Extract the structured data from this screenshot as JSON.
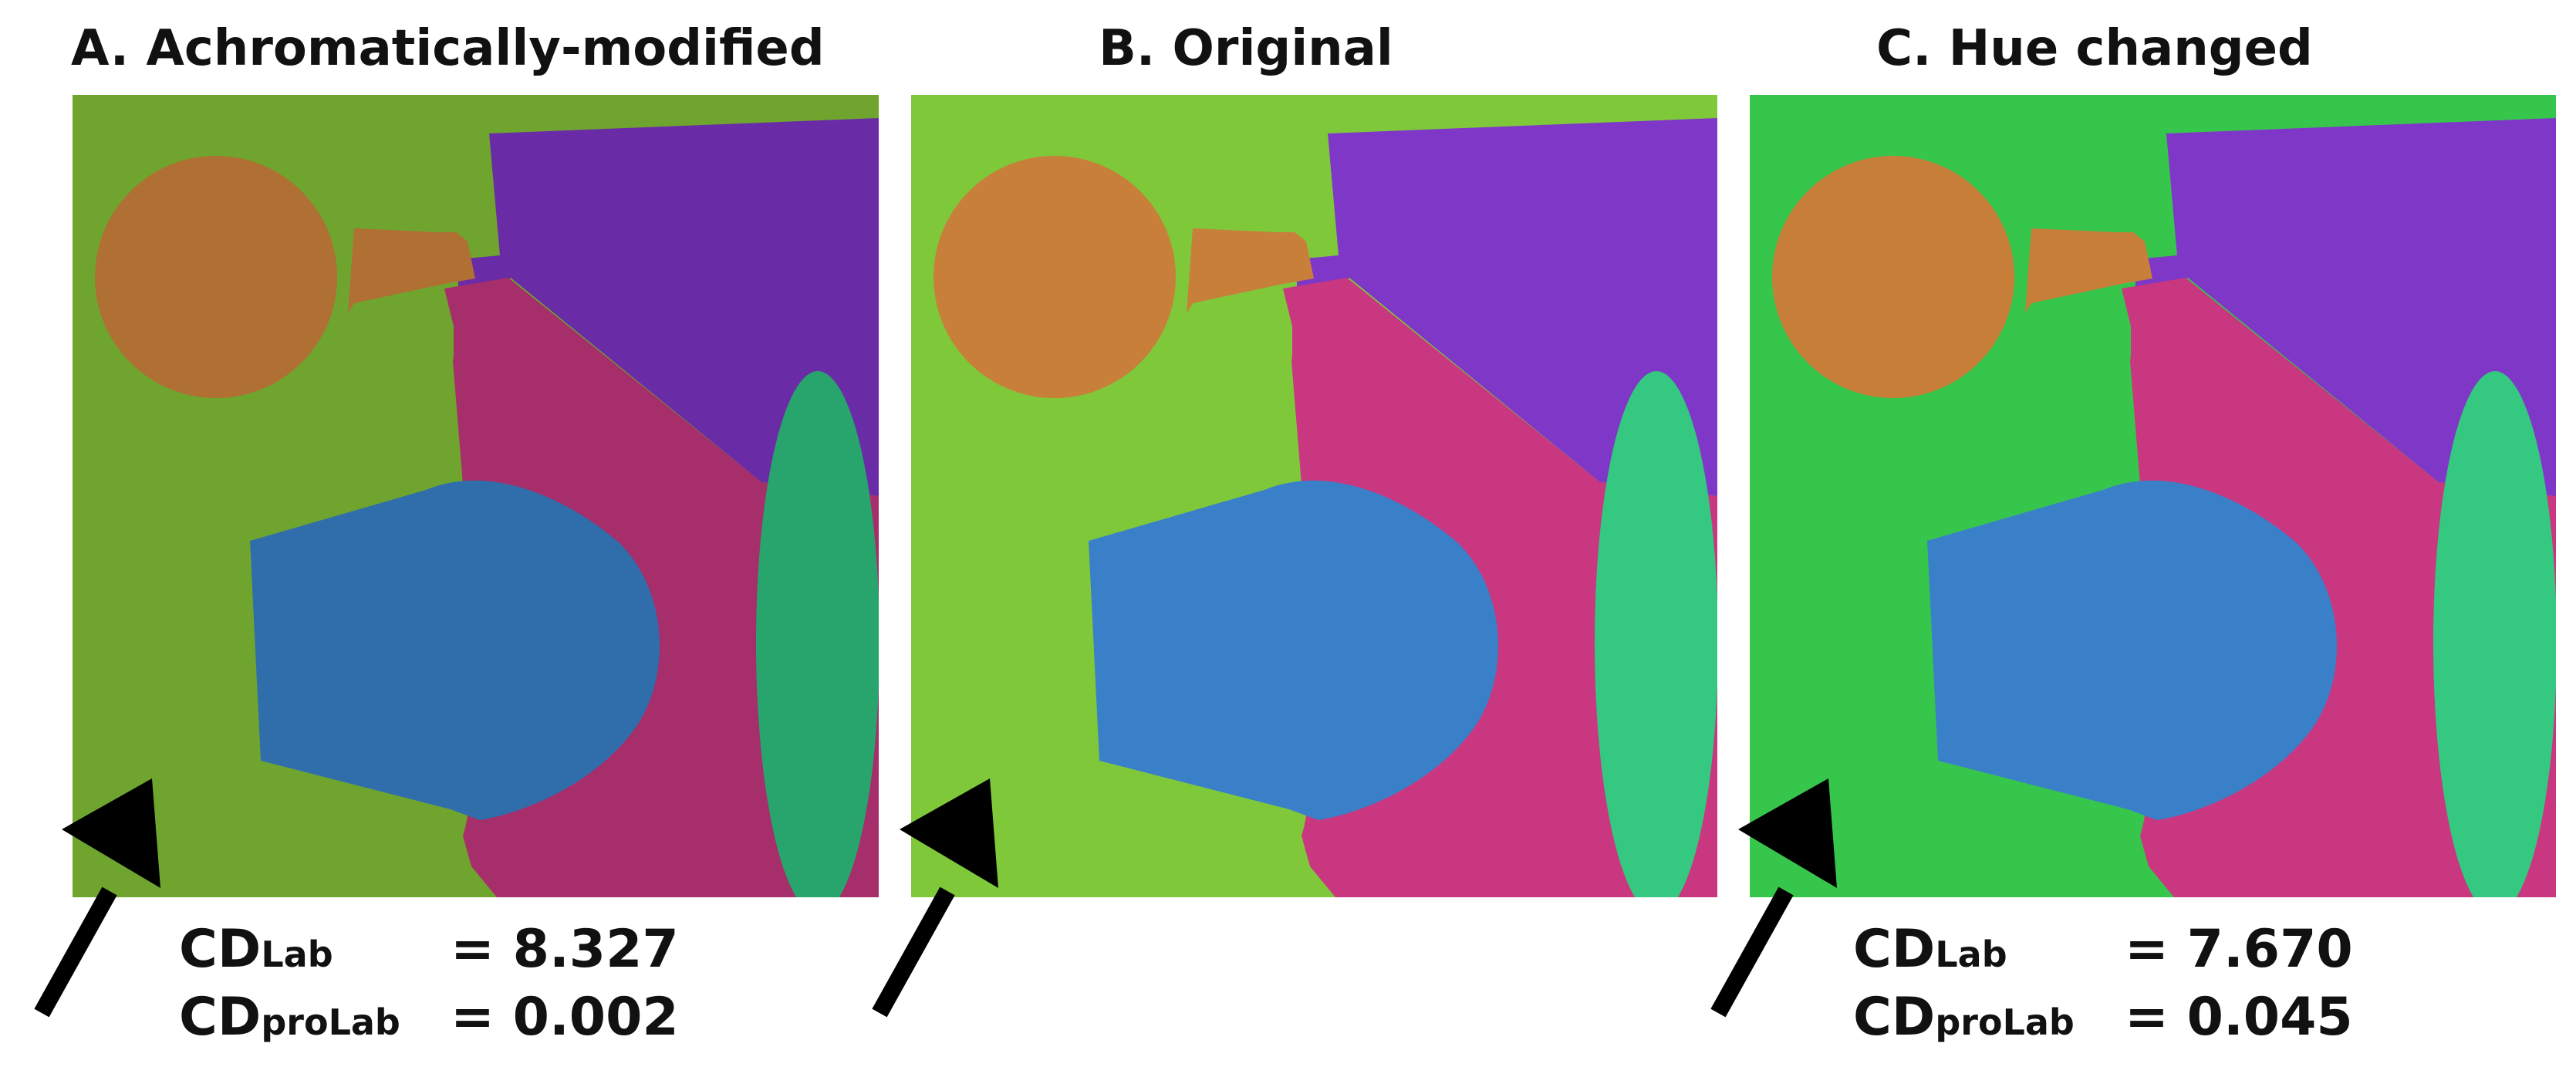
{
  "panels": [
    {
      "id": "a",
      "title": "A. Achromatically-modified",
      "colors": {
        "background": "#6fa52f",
        "orange": "#b06f33",
        "purple": "#6a2ba6",
        "magenta": "#a62e6a",
        "blue": "#2f6eab",
        "teal": "#28a56d"
      },
      "metrics": {
        "lab": {
          "name": "CD",
          "sub": "Lab",
          "value": "= 8.327"
        },
        "prolab": {
          "name": "CD",
          "sub": "proLab",
          "value": "= 0.002"
        }
      }
    },
    {
      "id": "b",
      "title": "B. Original",
      "colors": {
        "background": "#7fc83a",
        "orange": "#c87f3a",
        "purple": "#7f37c8",
        "magenta": "#c8377f",
        "blue": "#3a80c8",
        "teal": "#35c880"
      }
    },
    {
      "id": "c",
      "title": "C. Hue changed",
      "colors": {
        "background": "#37c64c",
        "orange": "#c87f3a",
        "purple": "#7f37c8",
        "magenta": "#c8377f",
        "blue": "#3a80c8",
        "teal": "#35c880"
      },
      "metrics": {
        "lab": {
          "name": "CD",
          "sub": "Lab",
          "value": "= 7.670"
        },
        "prolab": {
          "name": "CD",
          "sub": "proLab",
          "value": "= 0.045"
        }
      }
    }
  ]
}
